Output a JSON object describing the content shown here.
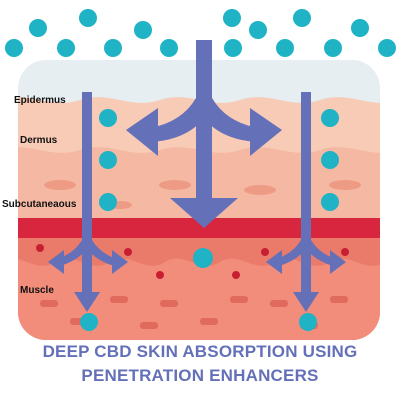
{
  "colors": {
    "particle": "#1fb3c5",
    "arrow": "#6470b8",
    "epidermis": "#e6eef2",
    "dermis": "#f7cbb6",
    "subcutaneous": "#f5b9a3",
    "blood_vessel": "#d7263d",
    "muscle": "#ea7b6b",
    "caption": "#6470b8"
  },
  "labels": {
    "epidermus": "Epidermus",
    "dermus": "Dermus",
    "subcutaneous": "Subcutaneaous",
    "muscle": "Muscle"
  },
  "caption": {
    "line1": "DEEP CBD SKIN ABSORPTION USING",
    "line2": "PENETRATION ENHANCERS"
  }
}
